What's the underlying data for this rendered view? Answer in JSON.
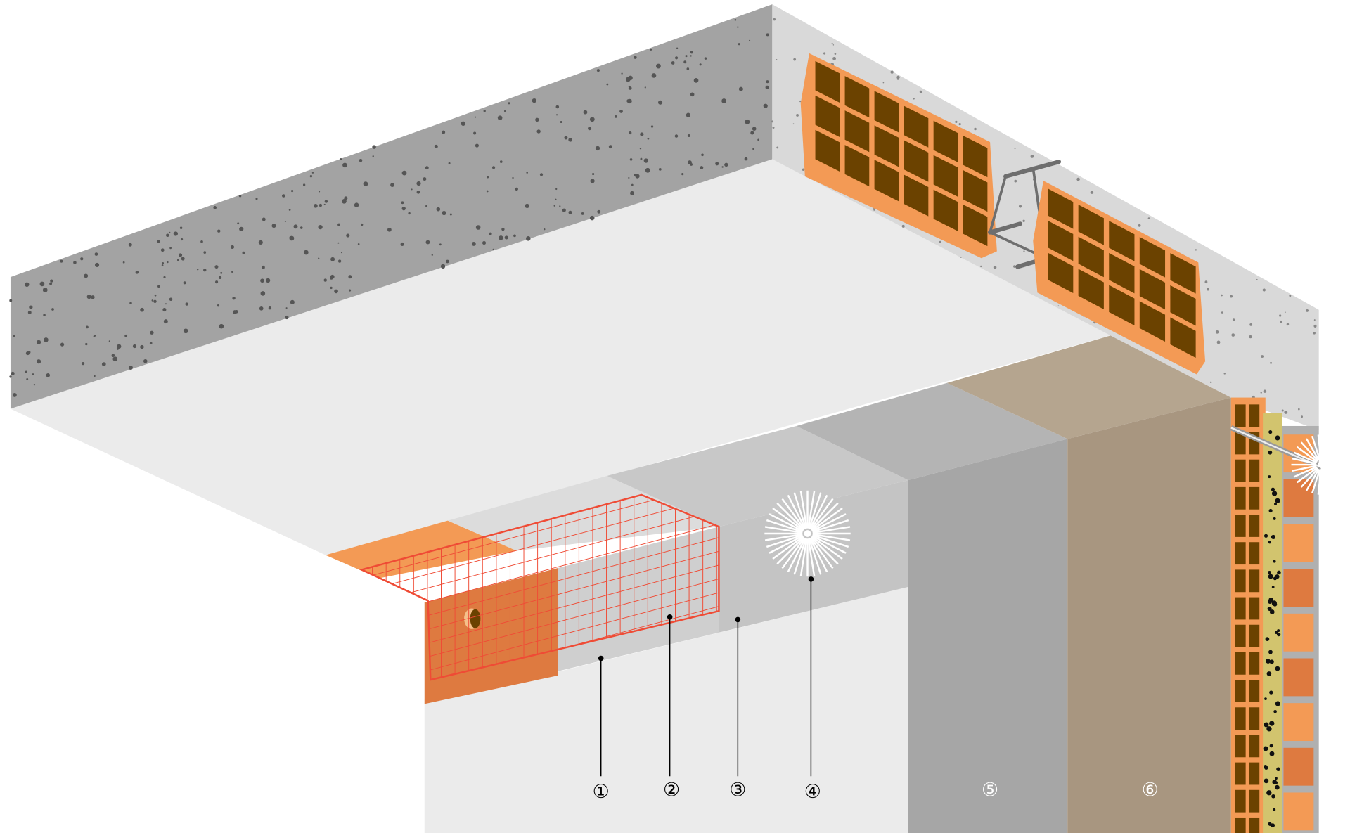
{
  "diagram": {
    "labels": [
      {
        "id": "1",
        "text": "①",
        "color": "#000000"
      },
      {
        "id": "2",
        "text": "②",
        "color": "#000000"
      },
      {
        "id": "3",
        "text": "③",
        "color": "#000000"
      },
      {
        "id": "4",
        "text": "④",
        "color": "#000000"
      },
      {
        "id": "5",
        "text": "⑤",
        "color": "#ffffff"
      },
      {
        "id": "6",
        "text": "⑥",
        "color": "#ffffff"
      }
    ],
    "colors": {
      "concrete_dark": "#a3a3a3",
      "concrete_light": "#d9d9d9",
      "ceiling": "#ebebeb",
      "brick_orange": "#f39a55",
      "brick_cell": "#6b4200",
      "mesh": "#ef4b35",
      "layer1": "#cfcfcf",
      "layer3": "#c4c4c4",
      "layer5": "#a6a6a6",
      "layer6": "#a89680",
      "insulation": "#d2c46e"
    }
  }
}
